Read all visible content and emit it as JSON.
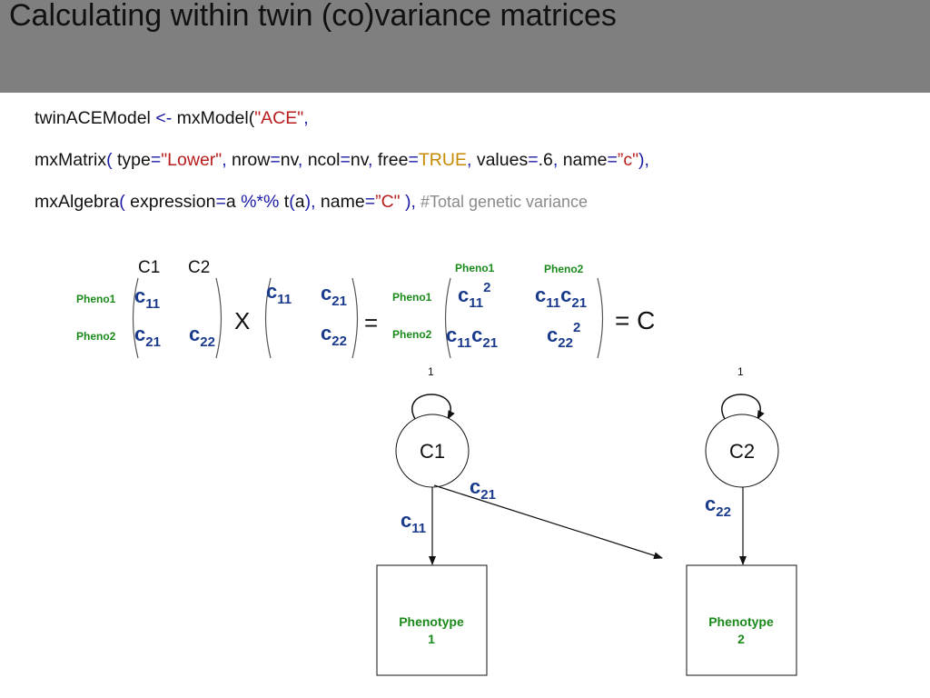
{
  "title": "Calculating within twin (co)variance matrices",
  "code": {
    "line1": {
      "a": "twinACEModel ",
      "b": "<-",
      "c": " mxModel(",
      "d": "\"ACE\"",
      "e": ","
    },
    "line2": {
      "a": "mxMatrix",
      "b": "(",
      "c": " type",
      "d": "=",
      "e": "\"Lower\"",
      "f": ",",
      "g": " nrow",
      "h": "=",
      "i": "nv",
      "j": ",",
      "k": " ncol",
      "l": "=",
      "m": "nv",
      "n": ",",
      "o": " free",
      "p": "=",
      "q": "TRUE",
      "r": ",",
      "s": " values",
      "t": "=",
      "u": ".6",
      "v": ",",
      "w": " name",
      "x": "=",
      "y": "”c\"",
      "z": "),"
    },
    "line3": {
      "a": "mxAlgebra",
      "b": "(",
      "c": " expression",
      "d": "=",
      "e": "a ",
      "f": "%*%",
      "g": " t",
      "h": "(",
      "i": "a",
      "j": ")",
      "k": ",",
      "l": " name",
      "m": "=",
      "n": "”C\"",
      "o": " ),",
      "p": " #Total genetic variance"
    }
  },
  "matrix": {
    "col_headers": [
      "C1",
      "C2"
    ],
    "row_labels": [
      "Pheno1",
      "Pheno2"
    ],
    "result_col_labels": [
      "Pheno1",
      "Pheno2"
    ],
    "times": "X",
    "equals": "=",
    "equals_c": "= C",
    "sym": "c",
    "sub11": "11",
    "sub21": "21",
    "sub22": "22",
    "sup2": "2"
  },
  "diagram": {
    "latent1": "C1",
    "latent2": "C2",
    "variance1": "1",
    "variance2": "1",
    "path_sym": "c",
    "path_c11": "11",
    "path_c21": "21",
    "path_c22": "22",
    "box1": [
      "Phenotype",
      "1"
    ],
    "box2": [
      "Phenotype",
      "2"
    ]
  },
  "colors": {
    "header": "#7f7f7f",
    "blue": "#1a3a8c",
    "green": "#1a8a1a",
    "red": "#b81c1c",
    "orange": "#c58a00"
  }
}
